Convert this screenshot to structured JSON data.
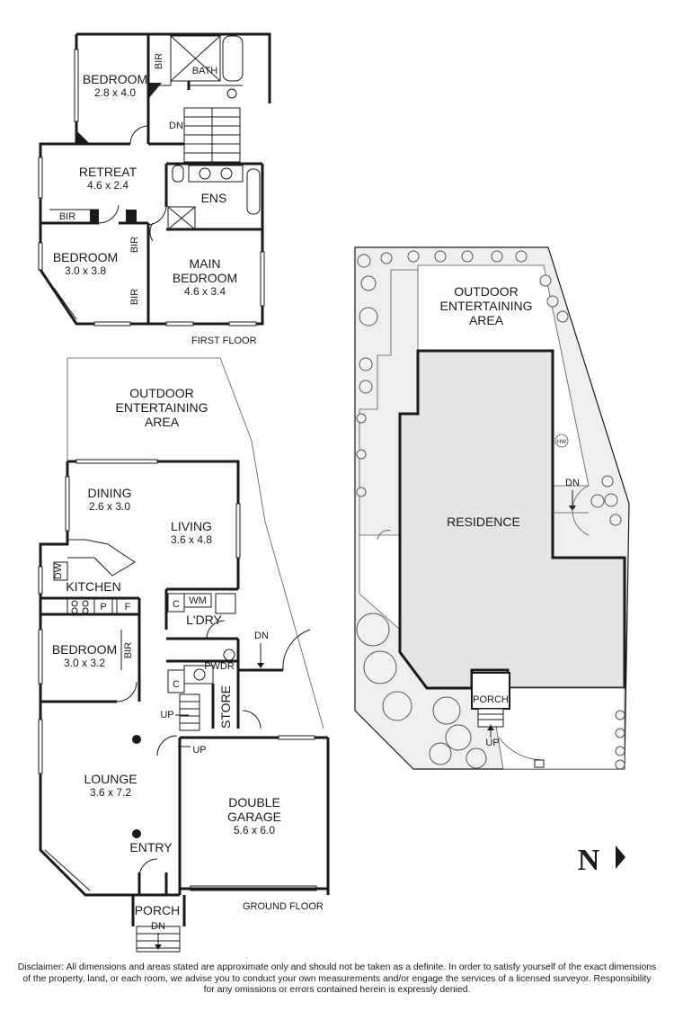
{
  "first_floor": {
    "label": "FIRST FLOOR",
    "rooms": {
      "bedroom_nw": {
        "name": "BEDROOM",
        "size": "2.8 x 4.0"
      },
      "retreat": {
        "name": "RETREAT",
        "size": "4.6 x 2.4"
      },
      "bedroom_sw": {
        "name": "BEDROOM",
        "size": "3.0 x 3.8"
      },
      "main_bedroom_l1": "MAIN",
      "main_bedroom_l2": "BEDROOM",
      "main_bedroom_size": "4.6 x 3.4",
      "bath": "BATH",
      "ens": "ENS"
    },
    "bir": "BIR",
    "dn": "DN"
  },
  "ground_floor": {
    "label": "GROUND FLOOR",
    "outdoor_l1": "OUTDOOR",
    "outdoor_l2": "ENTERTAINING",
    "outdoor_l3": "AREA",
    "rooms": {
      "dining": {
        "name": "DINING",
        "size": "2.6 x 3.0"
      },
      "living": {
        "name": "LIVING",
        "size": "3.6 x 4.8"
      },
      "kitchen": "KITCHEN",
      "bedroom": {
        "name": "BEDROOM",
        "size": "3.0 x 3.2"
      },
      "lounge": {
        "name": "LOUNGE",
        "size": "3.6 x 7.2"
      },
      "garage_l1": "DOUBLE",
      "garage_l2": "GARAGE",
      "garage_size": "5.6 x 6.0",
      "entry": "ENTRY",
      "porch": "PORCH",
      "ldry": "L'DRY",
      "pwdr": "PWDR",
      "store": "STORE"
    },
    "labels": {
      "dw": "DW",
      "p": "P",
      "f": "F",
      "c": "C",
      "wm": "WM",
      "bir": "BIR",
      "up": "UP",
      "dn": "DN"
    }
  },
  "site_plan": {
    "outdoor_l1": "OUTDOOR",
    "outdoor_l2": "ENTERTAINING",
    "outdoor_l3": "AREA",
    "residence": "RESIDENCE",
    "porch": "PORCH",
    "up": "UP",
    "dn": "DN",
    "hw": "HW"
  },
  "compass": {
    "label": "N"
  },
  "disclaimer": [
    "Disclaimer: All dimensions and areas stated are approximate only and should not be taken as a definite. In order to satisfy yourself of the exact dimensions",
    "of the property, land, or each room, we advise you to conduct your own measurements and/or engage the services of a licensed surveyor. Responsibility",
    "for any omissions or errors contained herein is expressly denied."
  ],
  "colors": {
    "residence_fill": "#e4e4e4",
    "garden_fill": "#efefef",
    "wall": "#1a1a1a"
  }
}
